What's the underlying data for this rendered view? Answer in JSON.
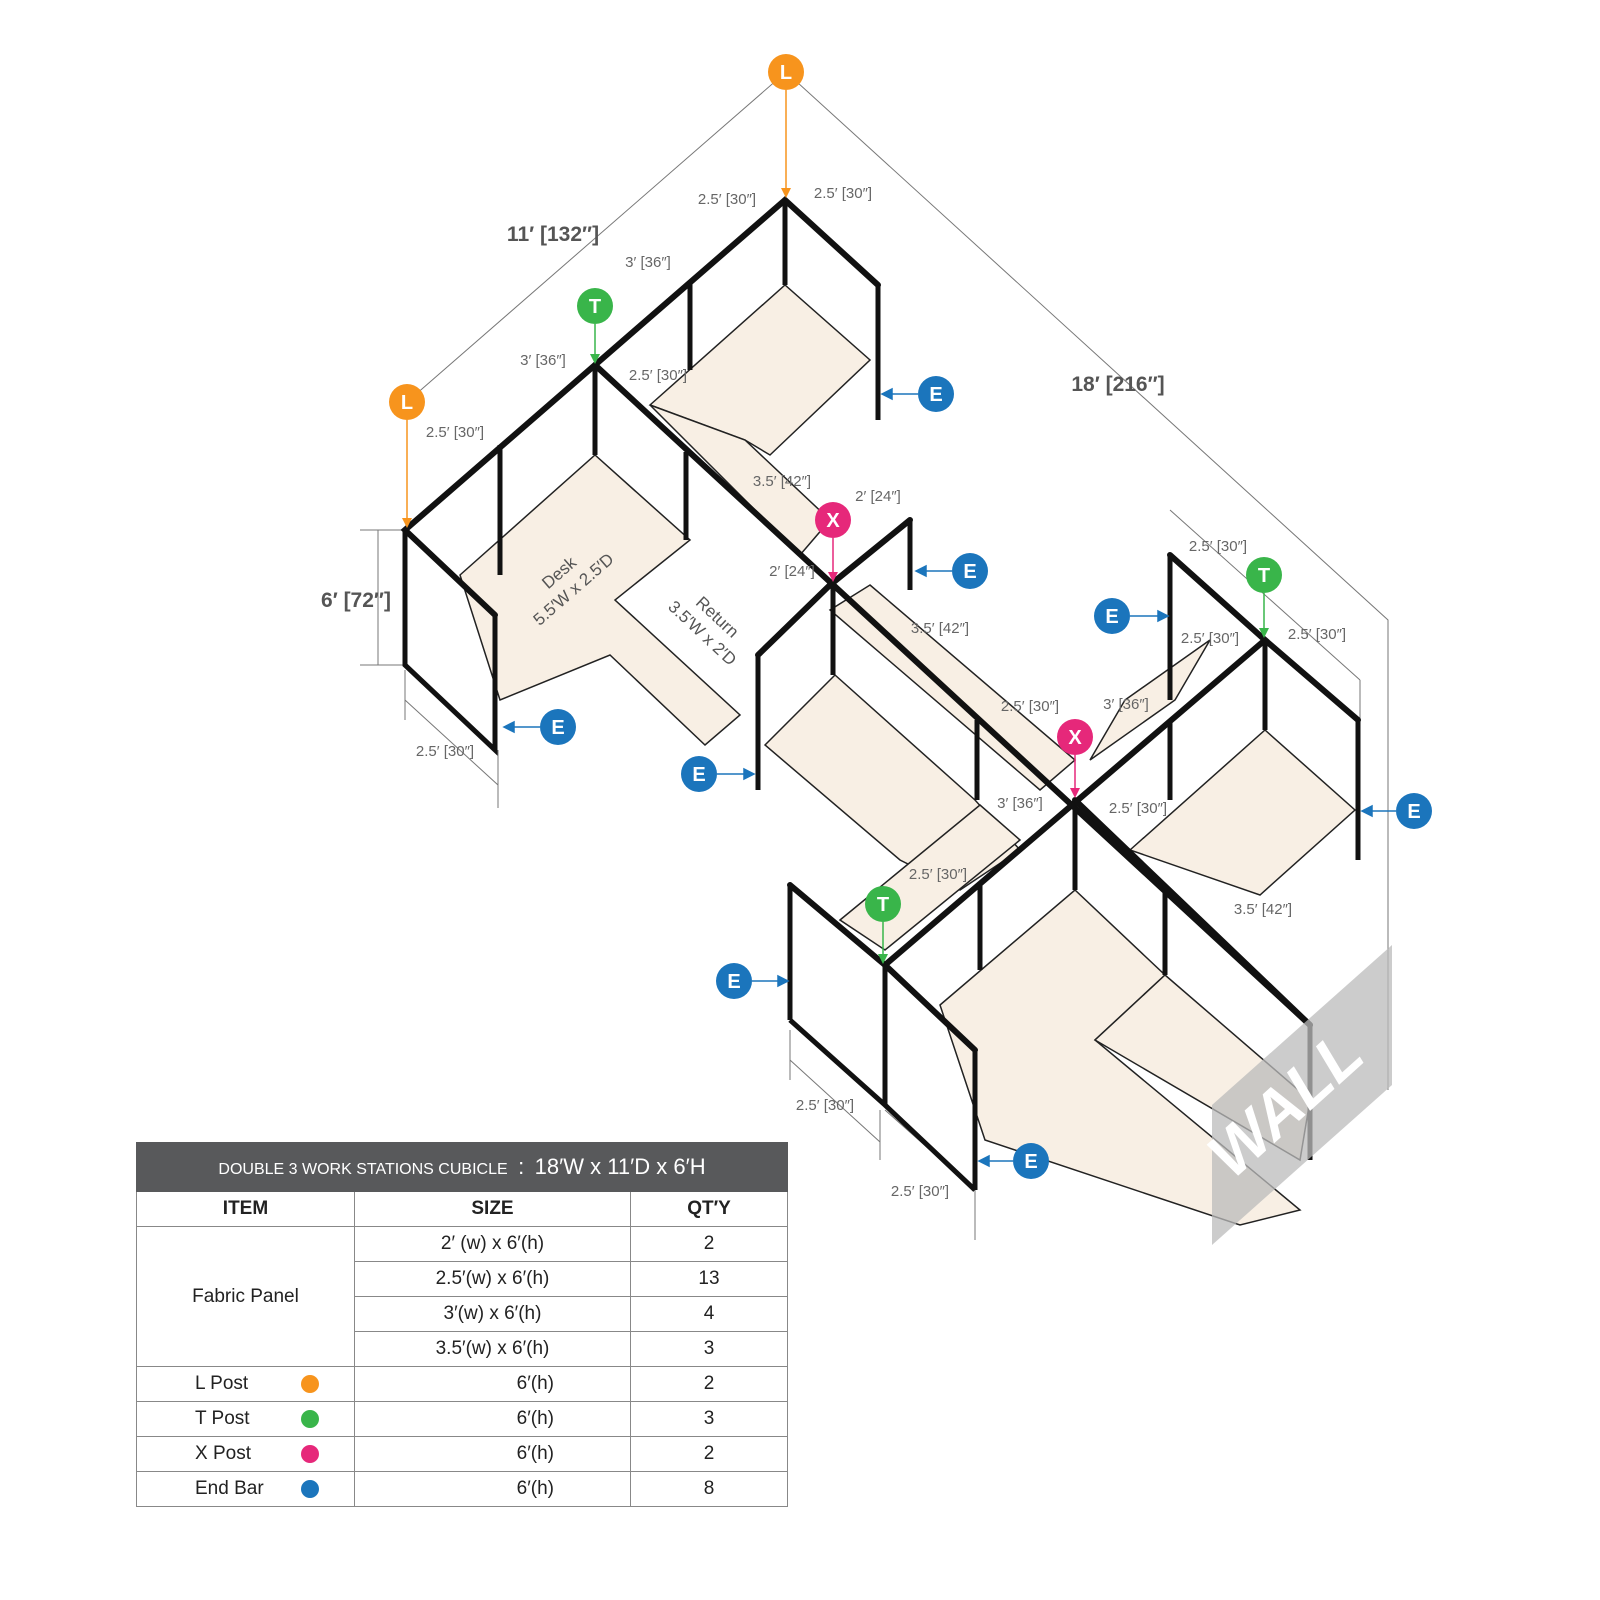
{
  "colors": {
    "l_post": "#f7941d",
    "t_post": "#39b54a",
    "x_post": "#e6287a",
    "end_bar": "#1b75bc",
    "desk": "#f8efe4",
    "header": "#58595b"
  },
  "overall": {
    "width": "18′ [216″]",
    "depth": "11′ [132″]",
    "height": "6′ [72″]"
  },
  "desk_label": {
    "line1": "Desk",
    "line2": "5.5′W x 2.5′D"
  },
  "return_label": {
    "line1": "Return",
    "line2": "3.5′W x 2′D"
  },
  "wall_label": "WALL",
  "dims": [
    "2.5′ [30″]",
    "2.5′ [30″]",
    "2.5′ [30″]",
    "2.5′ [30″]",
    "2.5′ [30″]",
    "2.5′ [30″]",
    "2.5′ [30″]",
    "2.5′ [30″]",
    "2.5′ [30″]",
    "2.5′ [30″]",
    "2.5′ [30″]",
    "2.5′ [30″]",
    "2.5′ [30″]",
    "3′ [36″]",
    "3′ [36″]",
    "3′ [36″]",
    "3′ [36″]",
    "3.5′ [42″]",
    "3.5′ [42″]",
    "3.5′ [42″]",
    "2′ [24″]",
    "2′ [24″]"
  ],
  "markers": {
    "L": "L",
    "T": "T",
    "X": "X",
    "E": "E"
  },
  "table": {
    "title": "DOUBLE 3 WORK STATIONS  CUBICLE",
    "title_sep": ":",
    "title_dims": "18′W x 11′D x 6′H",
    "headers": [
      "ITEM",
      "SIZE",
      "QT′Y"
    ],
    "fabric_panel": {
      "item": "Fabric Panel",
      "rows": [
        {
          "size": "2′ (w) x 6′(h)",
          "qty": "2"
        },
        {
          "size": "2.5′(w) x 6′(h)",
          "qty": "13"
        },
        {
          "size": "3′(w) x 6′(h)",
          "qty": "4"
        },
        {
          "size": "3.5′(w) x 6′(h)",
          "qty": "3"
        }
      ]
    },
    "posts": [
      {
        "item": "L Post",
        "size": "6′(h)",
        "qty": "2"
      },
      {
        "item": "T Post",
        "size": "6′(h)",
        "qty": "3"
      },
      {
        "item": "X Post",
        "size": "6′(h)",
        "qty": "2"
      },
      {
        "item": "End Bar",
        "size": "6′(h)",
        "qty": "8"
      }
    ]
  }
}
